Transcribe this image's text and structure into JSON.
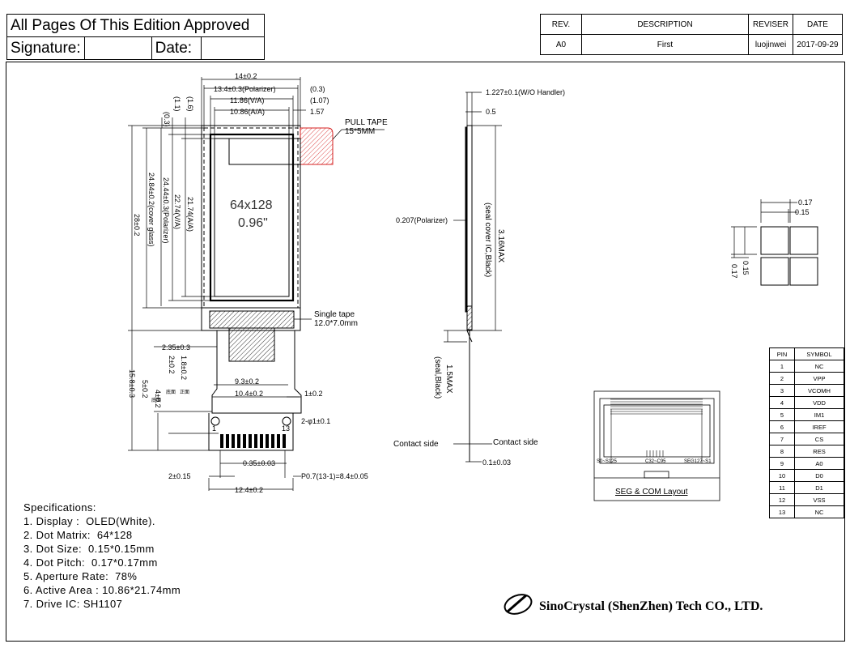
{
  "approval": {
    "title": "All Pages Of This Edition Approved",
    "signature_label": "Signature:",
    "date_label": "Date:"
  },
  "revision": {
    "headers": [
      "REV.",
      "DESCRIPTION",
      "REVISER",
      "DATE"
    ],
    "row": [
      "A0",
      "First",
      "luojinwei",
      "2017-09-29"
    ]
  },
  "front_view": {
    "dims_top": [
      "14±0.2",
      "13.4±0.3(Polarizer)",
      "(0.3)",
      "11.86(V/A)",
      "(1.07)",
      "10.86(A/A)",
      "1.57"
    ],
    "dims_left_small": [
      "(0.3)",
      "(1.1)",
      "(1.6)"
    ],
    "dims_vertical": [
      "28±0.2",
      "24.84±0.2(cover glass)",
      "24.44±0.3(Polarizer)",
      "22.74(V/A)",
      "21.74(A/A)"
    ],
    "pull_tape": [
      "PULL TAPE",
      "15*5MM"
    ],
    "panel_label": [
      "64x128",
      "0.96\""
    ],
    "single_tape": [
      "Single tape",
      "12.0*7.0mm"
    ],
    "fpc_dims": [
      "2.35±0.3",
      "1.8±0.2",
      "2±0.2",
      "4±0.2",
      "5±0.2",
      "15.8±0.3",
      "9.3±0.2",
      "10.4±0.2",
      "1±0.2",
      "2-φ1±0.1",
      "1",
      "13",
      "0.35±0.03",
      "2±0.15",
      "P0.7(13-1)=8.4±0.05",
      "12.4±0.2"
    ],
    "fpc_cjk": [
      "底面",
      "正面",
      "底面"
    ]
  },
  "side_view": {
    "dims": [
      "1.227±0.1(W/O Handler)",
      "0.5",
      "0.207(Polarizer)",
      "3.16MAX",
      "(seal cover IC,Black)",
      "1.5MAX",
      "(seal,Black)",
      "0.1±0.03"
    ],
    "contact_left": "Contact side",
    "contact_right": "Contact side"
  },
  "pixel_detail": {
    "dims": [
      "0.17",
      "0.15",
      "0.15",
      "0.17"
    ]
  },
  "seg_com": {
    "labels": [
      "S0~S125",
      "C32~C95",
      "SEG127~S1"
    ],
    "caption": "SEG & COM Layout"
  },
  "pin_table": {
    "headers": [
      "PIN",
      "SYMBOL"
    ],
    "rows": [
      [
        "1",
        "NC"
      ],
      [
        "2",
        "VPP"
      ],
      [
        "3",
        "VCOMH"
      ],
      [
        "4",
        "VDD"
      ],
      [
        "5",
        "IM1"
      ],
      [
        "6",
        "IREF"
      ],
      [
        "7",
        "CS"
      ],
      [
        "8",
        "RES"
      ],
      [
        "9",
        "A0"
      ],
      [
        "10",
        "D0"
      ],
      [
        "11",
        "D1"
      ],
      [
        "12",
        "VSS"
      ],
      [
        "13",
        "NC"
      ]
    ]
  },
  "specs": {
    "title": "Specifications:",
    "items": [
      "1. Display :  OLED(White).",
      "2. Dot Matrix:  64*128",
      "3. Dot Size:  0.15*0.15mm",
      "4. Dot Pitch:  0.17*0.17mm",
      "5. Aperture Rate:  78%",
      "6. Active Area : 10.86*21.74mm",
      "7. Drive IC: SH1107"
    ]
  },
  "company": {
    "name": "SinoCrystal (ShenZhen) Tech CO., LTD."
  },
  "colors": {
    "pull_tape": "#d62020",
    "line": "#000000"
  }
}
